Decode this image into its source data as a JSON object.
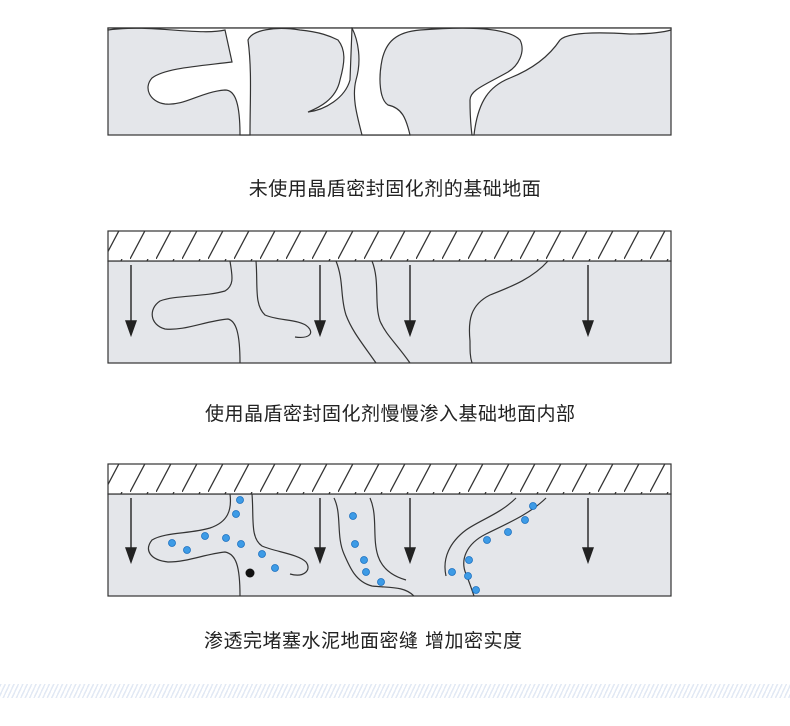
{
  "captions": {
    "panel1": "未使用晶盾密封固化剂的基础地面",
    "panel2": "使用晶盾密封固化剂慢慢渗入基础地面内部",
    "panel3": "渗透完堵塞水泥地面密缝 增加密实度"
  },
  "colors": {
    "ground_fill": "#e4e6ea",
    "outline": "#333333",
    "pore_fill": "#ffffff",
    "particle": "#3d9be6",
    "particle_stroke": "#1a6fc0",
    "impurity": "#111111"
  },
  "icons": {
    "penetration_arrow": "arrow-down-icon",
    "sealant_layer": "hatched-layer",
    "particle": "blue-dot",
    "impurity": "black-dot"
  }
}
